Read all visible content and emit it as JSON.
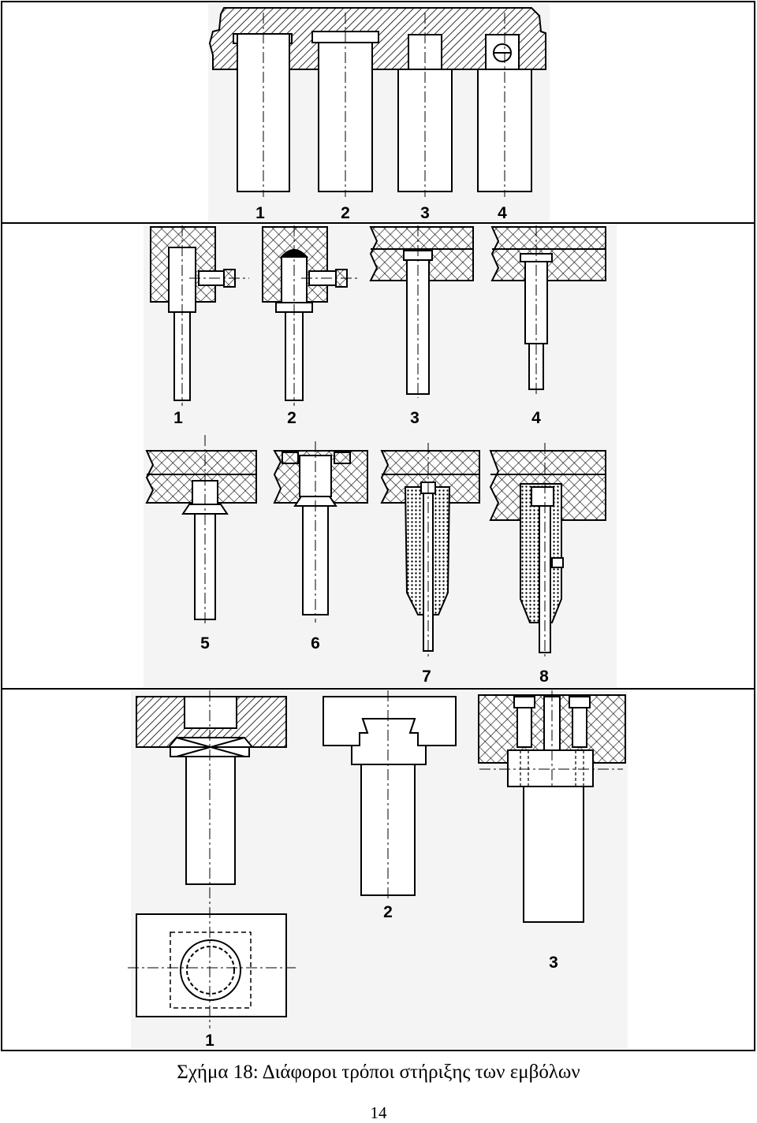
{
  "panels": [
    {
      "labels": [
        "1",
        "2",
        "3",
        "4"
      ]
    },
    {
      "labels": [
        "1",
        "2",
        "3",
        "4"
      ]
    },
    {
      "labels": [
        "5",
        "6",
        "7",
        "8"
      ]
    },
    {
      "labels": [
        "1",
        "2",
        "3"
      ]
    }
  ],
  "caption": "Σχήμα 18: Διάφοροι τρόποι στήριξης των εμβόλων",
  "page_number": "14",
  "colors": {
    "ink": "#000000",
    "background": "#ffffff",
    "panel_fill": "#f4f4f4"
  }
}
